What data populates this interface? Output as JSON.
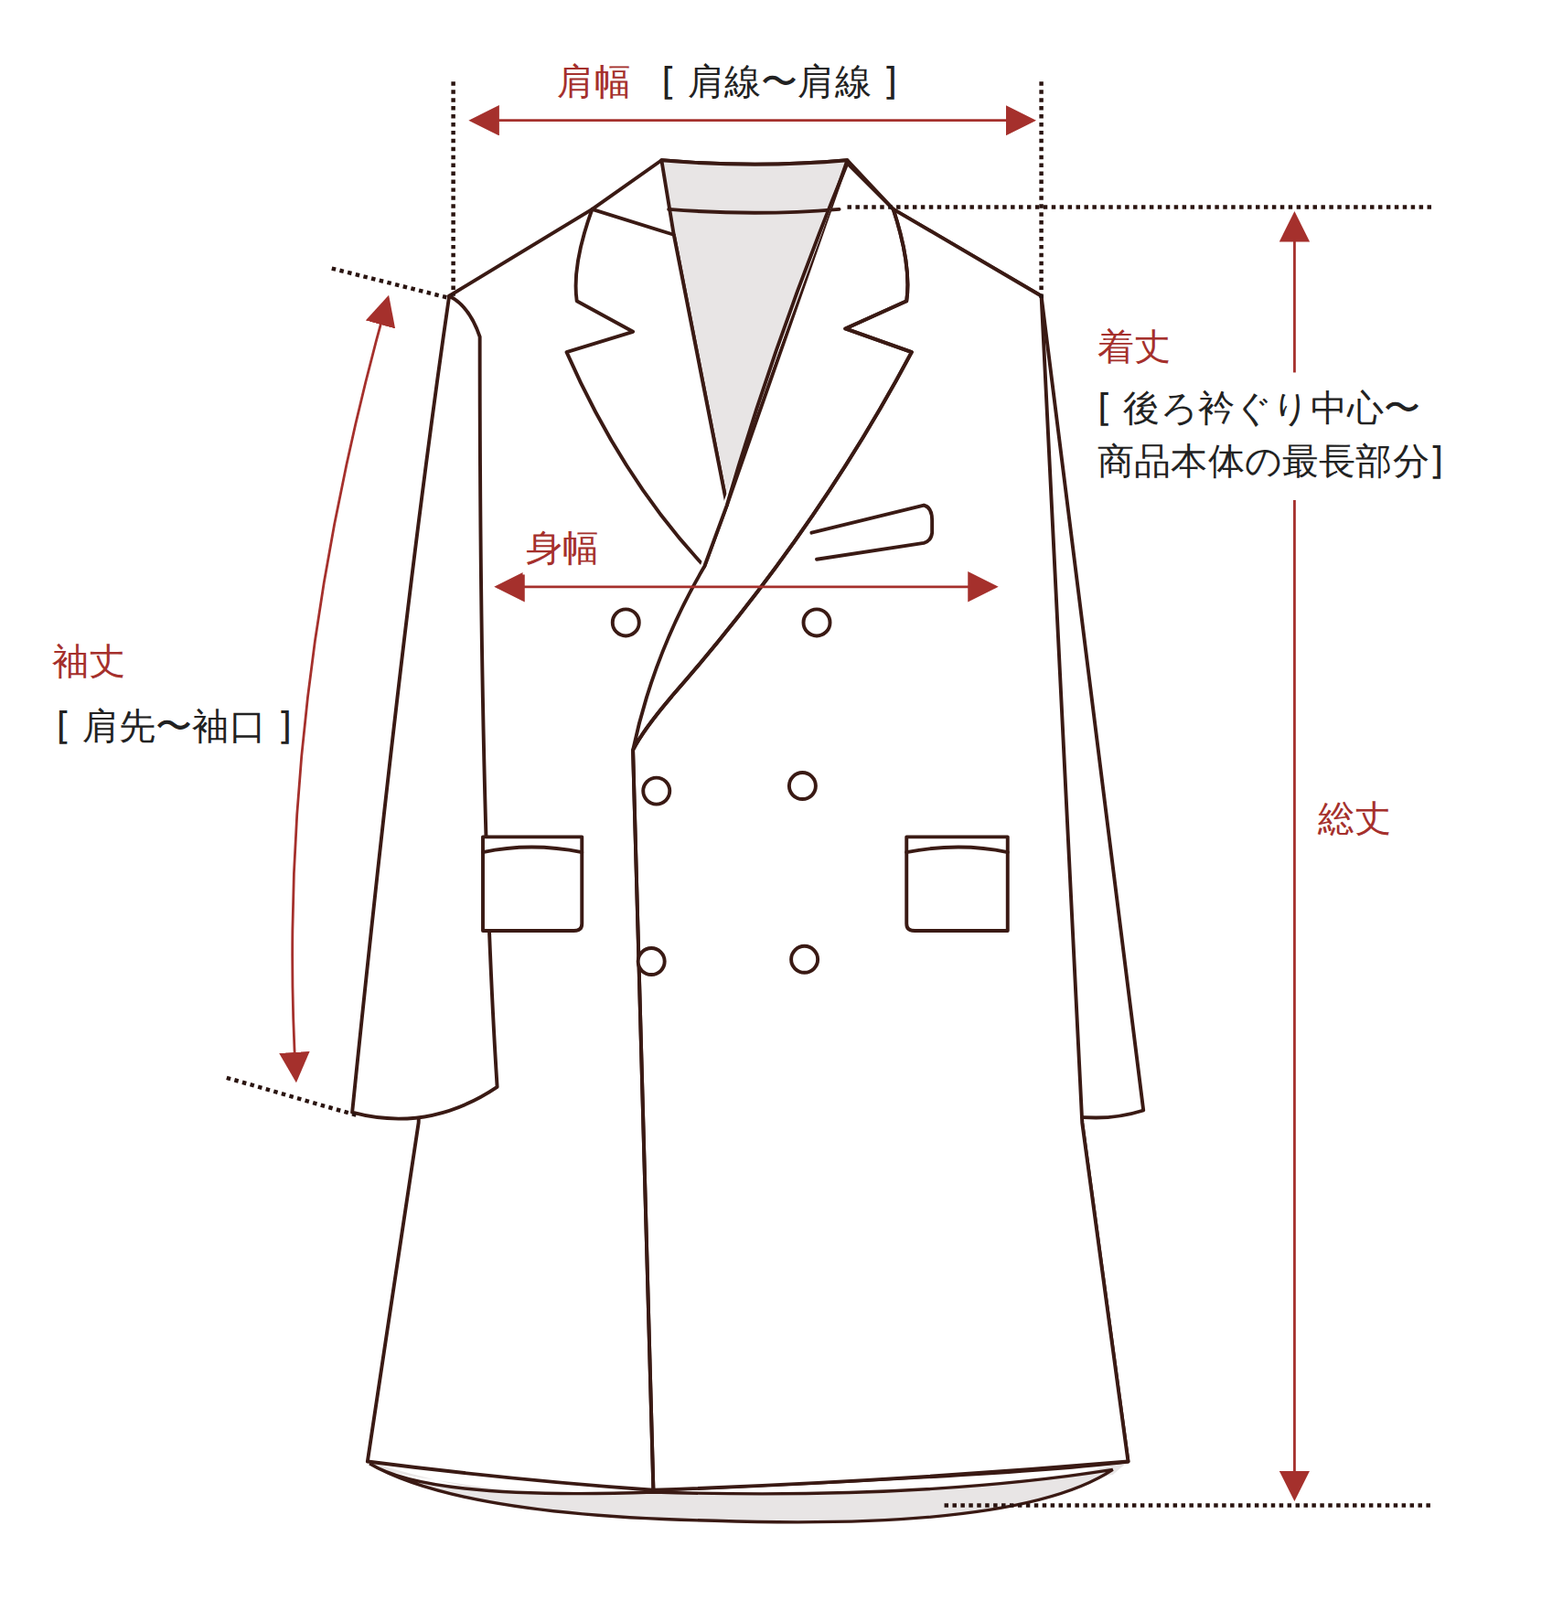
{
  "diagram": {
    "labels": [
      "肩幅",
      "[ 肩線〜肩線 ]",
      "着丈",
      "[ 後ろ衿ぐり中心〜 商品本体の最長部分]",
      "身幅",
      "袖丈",
      "[ 肩先〜袖口 ]",
      "総丈"
    ]
  }
}
